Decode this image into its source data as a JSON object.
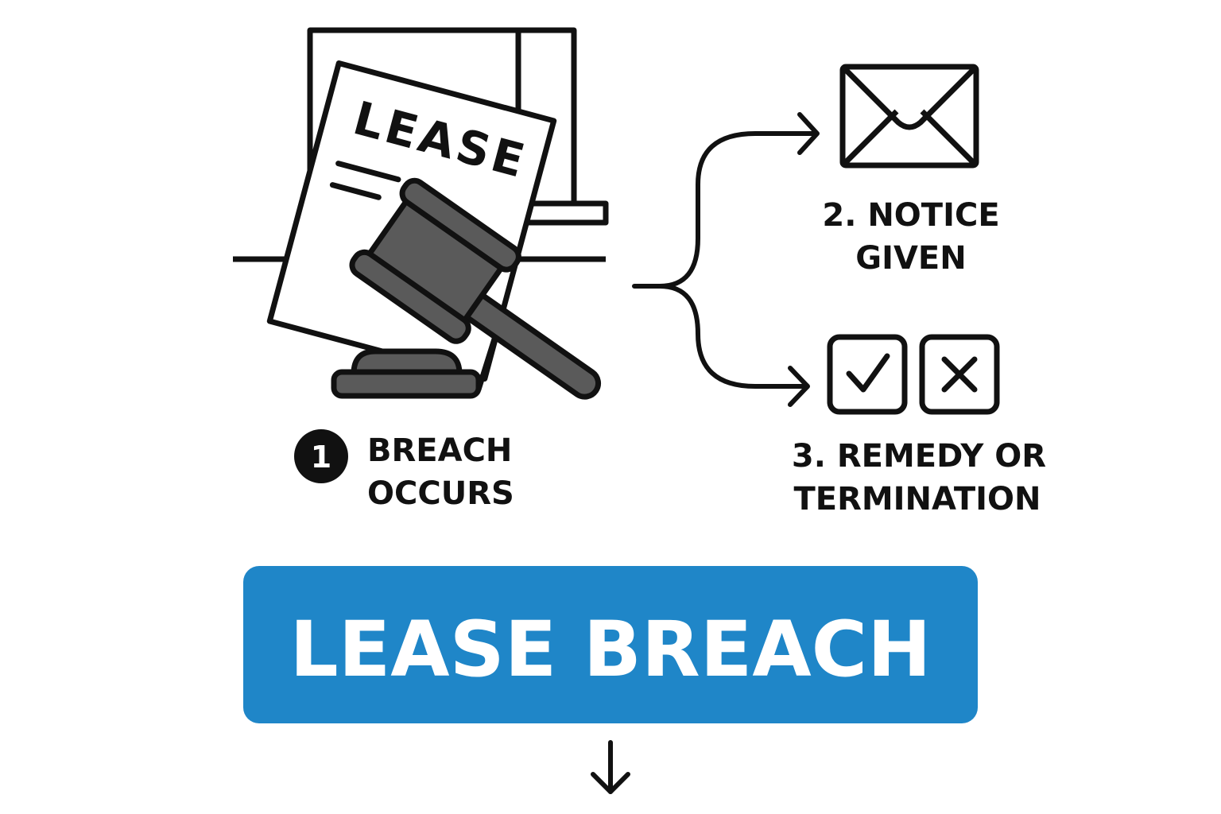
{
  "document_icon": {
    "title": "LEASE"
  },
  "step1": {
    "badge": "1",
    "line1": "BREACH",
    "line2": "OCCURS"
  },
  "step2": {
    "line1": "2. NOTICE",
    "line2": "GIVEN"
  },
  "step3": {
    "line1": "3. REMEDY OR",
    "line2": "TERMINATION"
  },
  "banner": {
    "label": "LEASE BREACH",
    "color": "#1f86c8"
  },
  "colors": {
    "stroke": "#111111",
    "gavel": "#5a5a5a",
    "text": "#111111"
  },
  "icons": [
    "window-icon",
    "lease-document-icon",
    "gavel-icon",
    "envelope-icon",
    "checkbox-check-icon",
    "checkbox-x-icon",
    "arrow-down-icon"
  ]
}
